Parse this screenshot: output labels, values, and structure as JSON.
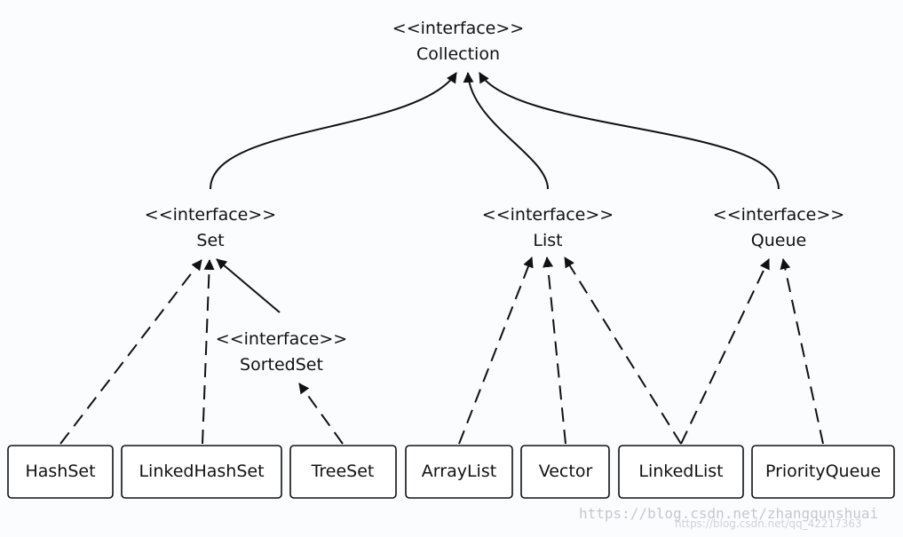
{
  "stereotype": "<<interface>>",
  "interfaces": {
    "collection": "Collection",
    "set": "Set",
    "list": "List",
    "queue": "Queue",
    "sortedset": "SortedSet"
  },
  "classes": {
    "hashset": "HashSet",
    "linkedhashset": "LinkedHashSet",
    "treeset": "TreeSet",
    "arraylist": "ArrayList",
    "vector": "Vector",
    "linkedlist": "LinkedList",
    "priorityqueue": "PriorityQueue"
  },
  "watermark": {
    "line1": "https://blog.csdn.net/zhangqunshuai",
    "line2": "https://blog.csdn.net/qq_42217363"
  }
}
